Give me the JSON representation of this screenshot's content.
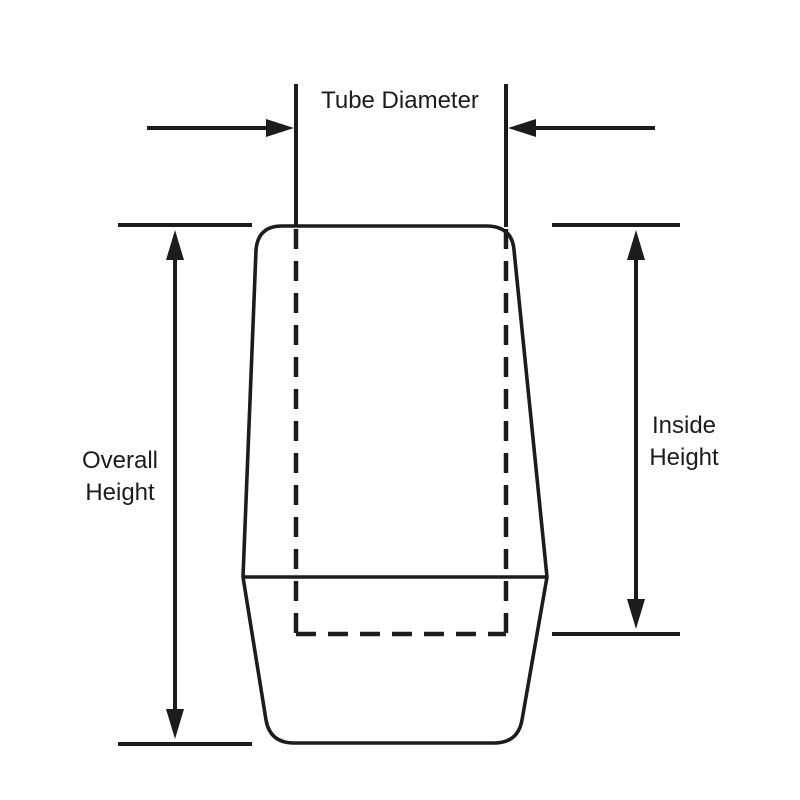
{
  "diagram": {
    "labels": {
      "tube_diameter": "Tube Diameter",
      "overall_height_line1": "Overall",
      "overall_height_line2": "Height",
      "inside_height_line1": "Inside",
      "inside_height_line2": "Height"
    },
    "colors": {
      "line": "#1c1c1c",
      "background": "#ffffff"
    }
  }
}
